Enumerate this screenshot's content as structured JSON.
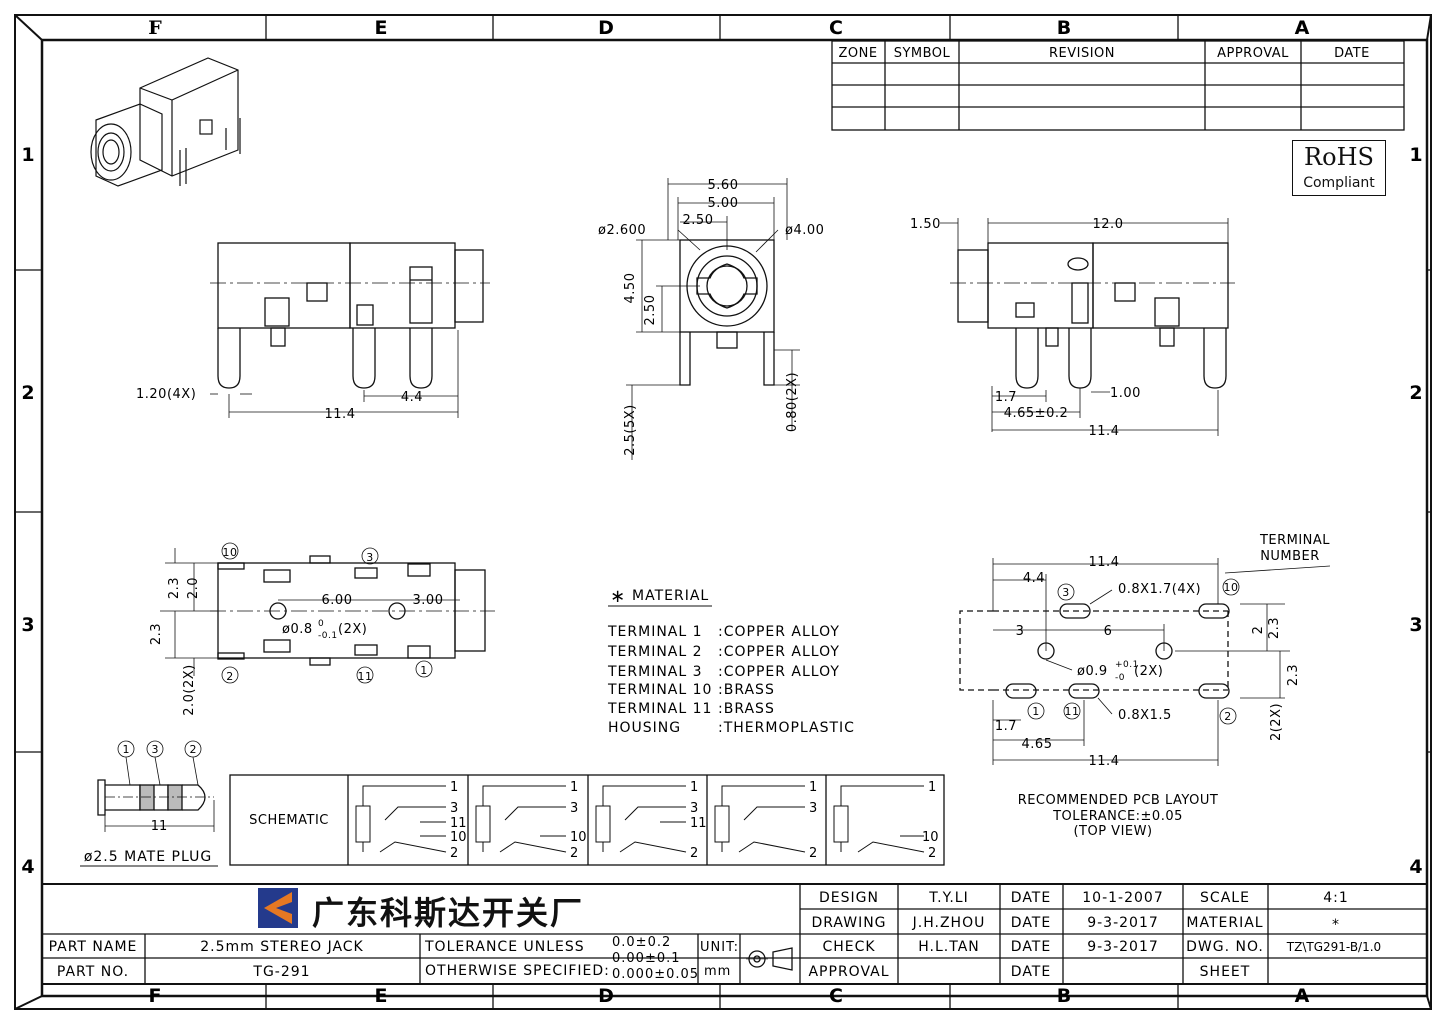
{
  "zones": {
    "columns": [
      "F",
      "E",
      "D",
      "C",
      "B",
      "A"
    ],
    "rows": [
      "1",
      "2",
      "3",
      "4"
    ]
  },
  "revision_table": {
    "headers": [
      "ZONE",
      "SYMBOL",
      "REVISION",
      "APPROVAL",
      "DATE"
    ]
  },
  "rohs": {
    "line1": "RoHS",
    "line2": "Compliant"
  },
  "dims": {
    "front": {
      "w_560": "5.60",
      "w_500": "5.00",
      "w_250": "2.50",
      "d_2600": "ø2.600",
      "d_400": "ø4.00",
      "h_450": "4.50",
      "h_250": "2.50",
      "pin_25": "2.5(5X)",
      "pin_080": "0.80(2X)"
    },
    "left_side": {
      "pin_120": "1.20(4X)",
      "len_114": "11.4",
      "len_44": "4.4"
    },
    "right_side": {
      "len_150": "1.50",
      "len_120": "12.0",
      "len_17": "1.7",
      "len_465": "4.65±0.2",
      "len_100": "1.00",
      "len_114": "11.4"
    },
    "bottom": {
      "d23": "2.3",
      "d20": "2.0",
      "d600": "6.00",
      "d300": "3.00",
      "hole": "ø0.8",
      "hole_tol_top": "0",
      "hole_tol_bot": "-0.1",
      "hole_suffix": "(2X)",
      "d23b": "2.3",
      "d20_2x": "2.0(2X)",
      "t10": "10",
      "t3": "3",
      "t2": "2",
      "t11": "11",
      "t1": "1"
    },
    "pcb": {
      "len114": "11.4",
      "len44": "4.4",
      "slot1": "0.8X1.7(4X)",
      "d3": "3",
      "d6": "6",
      "d2": "2",
      "d23": "2.3",
      "hole": "ø0.9",
      "hole_tol_top": "+0.1",
      "hole_tol_bot": "-0",
      "hole_suffix": "(2X)",
      "slot2": "0.8X1.5",
      "d17": "1.7",
      "d465": "4.65",
      "len114b": "11.4",
      "d2x": "2(2X)",
      "d23b": "2.3",
      "terminal_label_1": "TERMINAL",
      "terminal_label_2": "NUMBER",
      "t3": "3",
      "t10": "10",
      "t1": "1",
      "t11": "11",
      "t2": "2",
      "caption1": "RECOMMENDED PCB LAYOUT",
      "caption2": "TOLERANCE:±0.05",
      "caption3": "(TOP VIEW)"
    }
  },
  "material": {
    "title": "MATERIAL",
    "rows": [
      {
        "label": "TERMINAL  1",
        "value": ":COPPER  ALLOY"
      },
      {
        "label": "TERMINAL  2",
        "value": ":COPPER  ALLOY"
      },
      {
        "label": "TERMINAL  3",
        "value": ":COPPER  ALLOY"
      },
      {
        "label": "TERMINAL 10",
        "value": ":BRASS"
      },
      {
        "label": "TERMINAL 11",
        "value": ":BRASS"
      },
      {
        "label": "HOUSING",
        "value": ":THERMOPLASTIC"
      }
    ]
  },
  "plug": {
    "t1": "1",
    "t3": "3",
    "t2": "2",
    "len": "11",
    "caption": "ø2.5 MATE PLUG"
  },
  "schematic": {
    "label": "SCHEMATIC",
    "pins": [
      "1",
      "3",
      "11",
      "10",
      "2"
    ]
  },
  "title_block": {
    "company": "广东科斯达开关厂",
    "part_name_label": "PART NAME",
    "part_name": "2.5mm  STEREO  JACK",
    "part_no_label": "PART NO.",
    "part_no": "TG-291",
    "tol_line1": "TOLERANCE  UNLESS",
    "tol_line2": "OTHERWISE  SPECIFIED:",
    "tol_a": "0.0±0.2",
    "tol_b": "0.00±0.1",
    "tol_c": "0.000±0.05",
    "unit_label": "UNIT:",
    "unit": "mm",
    "design_label": "DESIGN",
    "design_name": "T.Y.LI",
    "design_date_label": "DATE",
    "design_date": "10-1-2007",
    "drawing_label": "DRAWING",
    "drawing_name": "J.H.ZHOU",
    "drawing_date_label": "DATE",
    "drawing_date": "9-3-2017",
    "check_label": "CHECK",
    "check_name": "H.L.TAN",
    "check_date_label": "DATE",
    "check_date": "9-3-2017",
    "approval_label": "APPROVAL",
    "approval_date_label": "DATE",
    "scale_label": "SCALE",
    "scale": "4:1",
    "material_label": "MATERIAL",
    "material": "*",
    "dwg_label": "DWG. NO.",
    "dwg": "TZ\\TG291-B/1.0",
    "sheet_label": "SHEET"
  }
}
